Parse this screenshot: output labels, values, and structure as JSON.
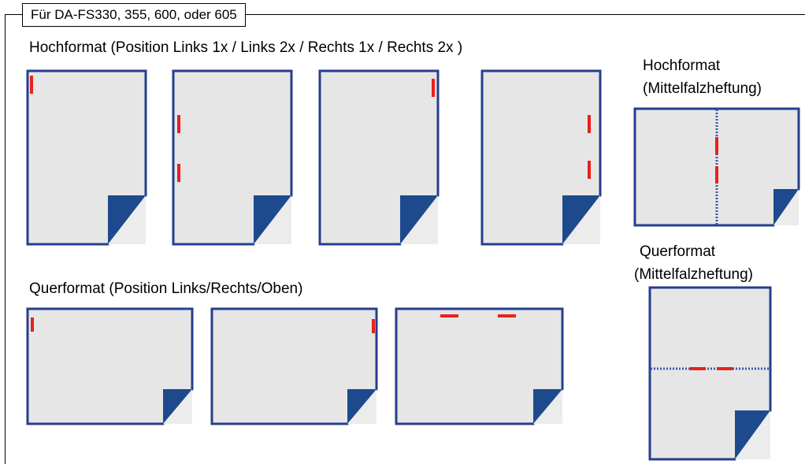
{
  "header": {
    "title": "Für DA-FS330, 355, 600, oder 605"
  },
  "sections": {
    "portrait_title": "Hochformat (Position Links 1x / Links 2x / Rechts 1x / Rechts 2x )",
    "landscape_title": "Querformat (Position Links/Rechts/Oben)",
    "portrait_saddle_line1": "Hochformat",
    "portrait_saddle_line2": "(Mittelfalzheftung)",
    "landscape_saddle_line1": "Querformat",
    "landscape_saddle_line2": "(Mittelfalzheftung)"
  },
  "colors": {
    "page_border": "#263e8c",
    "page_fill": "#e6e6e6",
    "fold": "#1d4a8c",
    "staple": "#e8211c",
    "fold_line": "#3a55b0"
  },
  "icons": {
    "document_page": "document-page-icon",
    "folded_corner": "folded-corner-icon",
    "staple": "staple-mark-icon"
  }
}
